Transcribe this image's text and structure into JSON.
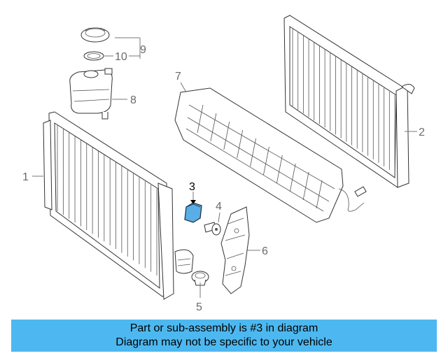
{
  "callouts": {
    "c1": "1",
    "c2": "2",
    "c3": "3",
    "c4": "4",
    "c5": "5",
    "c6": "6",
    "c7": "7",
    "c8": "8",
    "c9": "9",
    "c10": "10"
  },
  "banner": {
    "line1": "Part or sub-assembly is #3 in diagram",
    "line2": "Diagram may not be specific to your vehicle"
  },
  "colors": {
    "highlight": "#5aaee8",
    "banner": "#4db8f0"
  }
}
